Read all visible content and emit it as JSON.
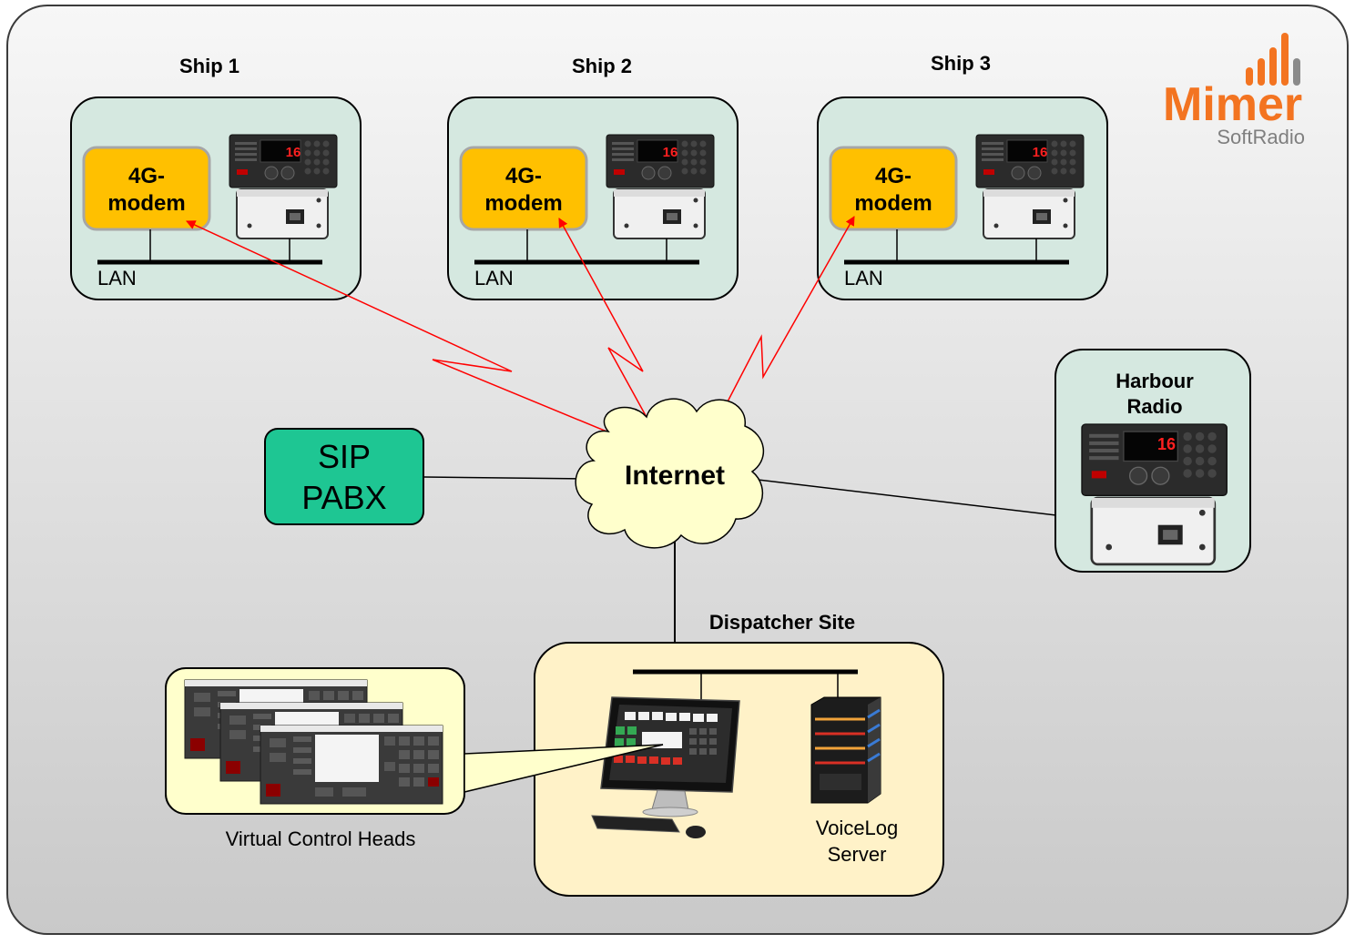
{
  "ships": [
    {
      "title": "Ship 1",
      "modem_line1": "4G-",
      "modem_line2": "modem",
      "lan": "LAN"
    },
    {
      "title": "Ship 2",
      "modem_line1": "4G-",
      "modem_line2": "modem",
      "lan": "LAN"
    },
    {
      "title": "Ship 3",
      "modem_line1": "4G-",
      "modem_line2": "modem",
      "lan": "LAN"
    }
  ],
  "harbour": {
    "line1": "Harbour",
    "line2": "Radio"
  },
  "sip": {
    "line1": "SIP",
    "line2": "PABX"
  },
  "internet": {
    "label": "Internet"
  },
  "dispatcher": {
    "title": "Dispatcher Site",
    "server_line1": "VoiceLog",
    "server_line2": "Server"
  },
  "vch": {
    "label": "Virtual Control Heads"
  },
  "radio_display": {
    "channel": "16"
  },
  "logo": {
    "brand": "Mimer",
    "sub": "SoftRadio"
  },
  "colors": {
    "background_top": "#f7f7f7",
    "background_bottom": "#c9c9c9",
    "ship_box": "#d5e8e0",
    "modem": "#ffc000",
    "sip": "#1ec693",
    "cloud": "#ffffcc",
    "dispatcher_box": "#fff2c8",
    "link": "#ff0000",
    "logo_orange": "#f37421",
    "logo_gray": "#7f7f7f"
  }
}
